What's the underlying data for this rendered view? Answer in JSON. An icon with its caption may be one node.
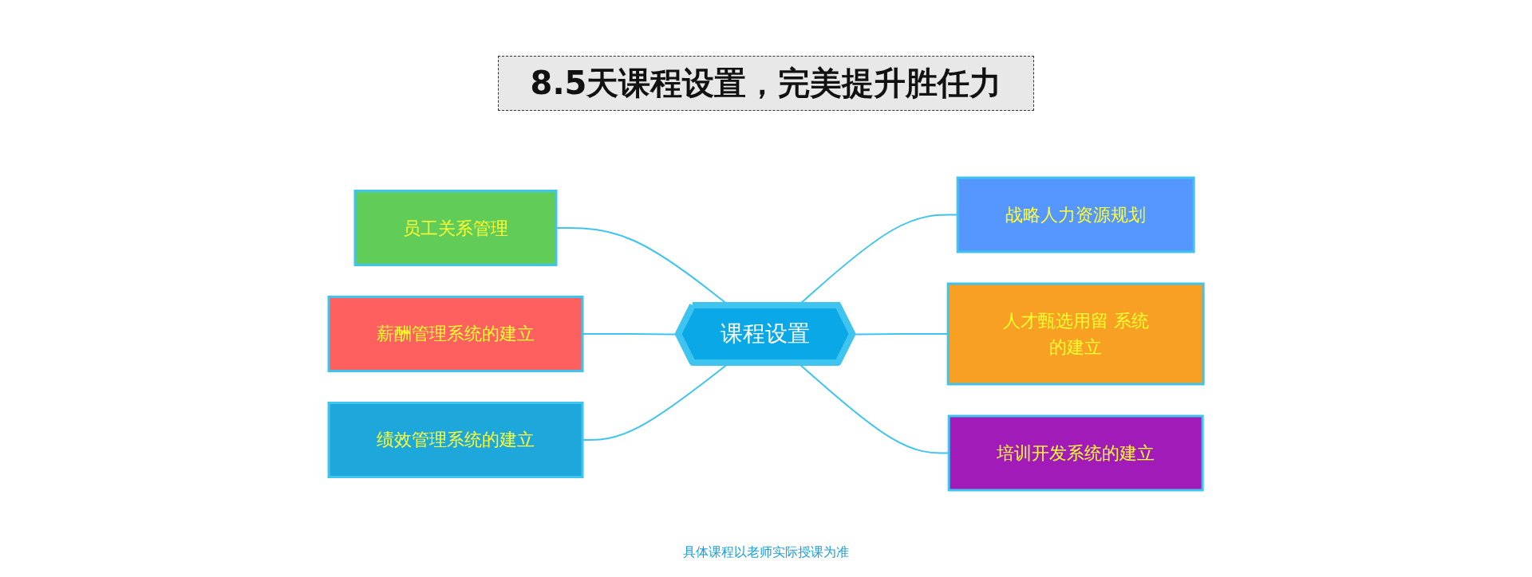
{
  "diagram": {
    "title": "8.5天课程设置，完美提升胜任力",
    "nodes": [
      {
        "text": [
          "员工关系管理"
        ]
      },
      {
        "text": [
          "战略人力资源规划"
        ]
      },
      {
        "text": [
          "薪酬管理系统的建立"
        ]
      },
      {
        "text": [
          "课程设置"
        ]
      },
      {
        "text": [
          "人才甄选用留 系统的建立"
        ]
      },
      {
        "text": [
          "绩效管理系统的建立"
        ]
      },
      {
        "text": [
          "培训开发系统的建立"
        ]
      }
    ],
    "edges": [
      {
        "from": 0,
        "to": 3,
        "arrow": "none"
      },
      {
        "from": 2,
        "to": 3,
        "arrow": "none"
      },
      {
        "from": 5,
        "to": 3,
        "arrow": "none"
      },
      {
        "from": 3,
        "to": 1,
        "arrow": "none"
      },
      {
        "from": 3,
        "to": 4,
        "arrow": "none"
      },
      {
        "from": 3,
        "to": 6,
        "arrow": "none"
      }
    ],
    "labels": [
      "具体课程以老师实际授课为准"
    ]
  }
}
